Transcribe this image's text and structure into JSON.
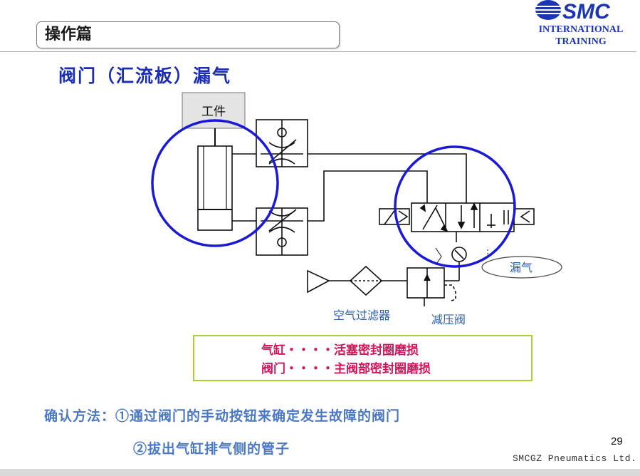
{
  "header": {
    "section_title": "操作篇",
    "logo": {
      "text": "SMC",
      "line1": "INTERNATIONAL",
      "line2": "TRAINING",
      "color": "#1a35b5"
    }
  },
  "title": "阀门（汇流板）漏气",
  "diagram": {
    "workpiece_label": "工件",
    "filter_label": "空气过滤器",
    "regulator_label": "减压阀",
    "leak_label": "漏气"
  },
  "causes": [
    "气缸・・・・活塞密封圈磨损",
    "阀门・・・・主阀部密封圈磨损"
  ],
  "confirm": {
    "line1": "确认方法：①通过阀门的手动按钮来确定发生故障的阀门",
    "line2": "②拔出气缸排气侧的管子"
  },
  "footer": {
    "page_number": "29",
    "company": "SMCGZ  Pneumatics  Ltd."
  },
  "colors": {
    "title": "#1b2db4",
    "cause_text": "#d4145a",
    "cause_border": "#a8cf3a",
    "highlight_circle": "#1a1ad6",
    "confirm_text": "#4a78c5"
  }
}
